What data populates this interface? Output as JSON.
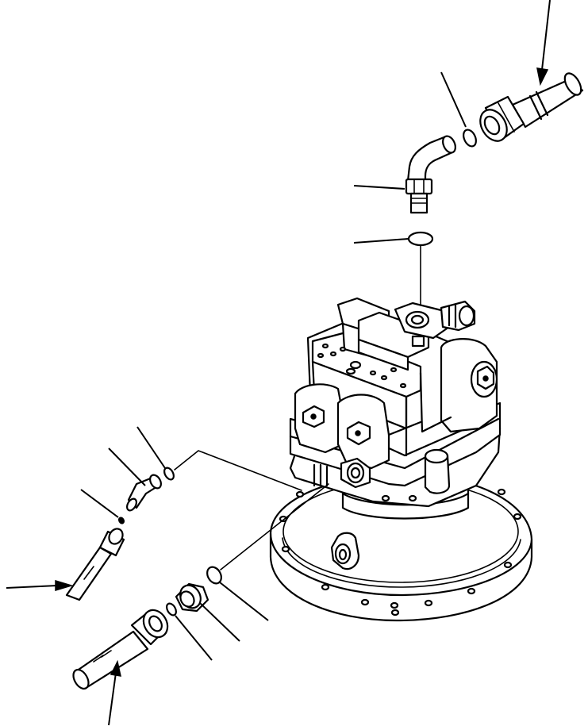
{
  "diagram": {
    "type": "exploded-parts-illustration",
    "background_color": "#ffffff",
    "line_color": "#000000",
    "parts": [
      {
        "name": "hose-upper-right"
      },
      {
        "name": "o-ring-upper"
      },
      {
        "name": "elbow-upper"
      },
      {
        "name": "o-ring-mid"
      },
      {
        "name": "swing-motor-assembly"
      },
      {
        "name": "mounting-flange-ring"
      },
      {
        "name": "o-ring-small-left"
      },
      {
        "name": "elbow-small-left"
      },
      {
        "name": "o-ring-tiny-left"
      },
      {
        "name": "hose-small-left"
      },
      {
        "name": "hose-lower-left"
      },
      {
        "name": "o-ring-lower"
      },
      {
        "name": "connector-lower"
      },
      {
        "name": "o-ring-flange"
      }
    ]
  }
}
